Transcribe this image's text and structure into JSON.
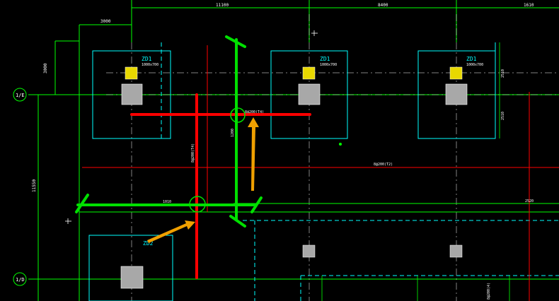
{
  "dimensions": {
    "top_left": "3000",
    "top_a": "11100",
    "top_b": "8400",
    "top_c": "1610",
    "left_a": "3000",
    "left_b": "11550",
    "beam_green_h": "1010",
    "beam_green_v": "1200",
    "right_a": "2510",
    "right_b": "2510",
    "right_c": "2520"
  },
  "pile_caps": {
    "label": "ZD1",
    "label_b": "ZD2",
    "tag": "1000x700"
  },
  "annotations": {
    "beam_a": "8@200(T4)",
    "beam_b": "8@200(T4)",
    "beam_c": "8@200(T2)",
    "beam_d": "8@200(4)"
  },
  "axes": {
    "axis_top": "1/E",
    "axis_bottom": "1/D"
  },
  "colors": {
    "background": "#000000",
    "dim_line": "#00ff00",
    "cyan": "#00ffff",
    "red_line": "#ff0000",
    "green_beam": "#00ff00",
    "arrow": "#ffb000",
    "pile": "#c0c0c0",
    "yellow_pile": "#e8d800"
  }
}
